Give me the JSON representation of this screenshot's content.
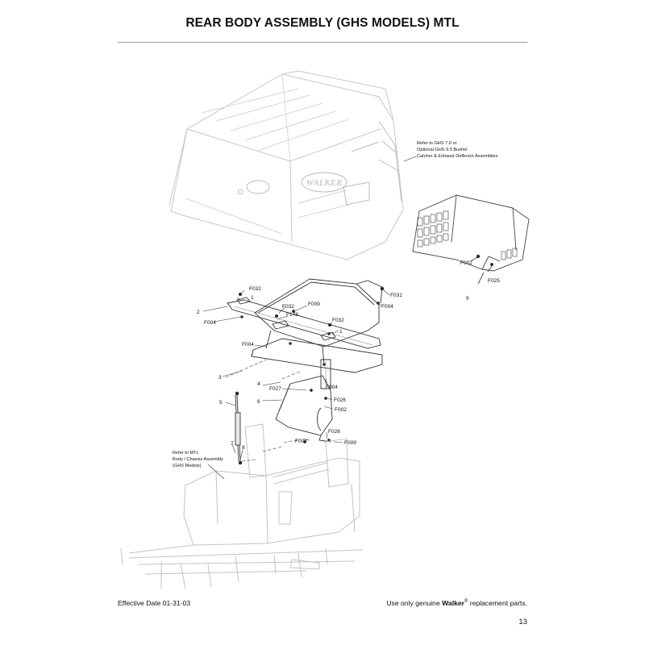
{
  "header": {
    "title": "REAR BODY ASSEMBLY (GHS MODELS) MTL"
  },
  "diagram": {
    "brand_text": "WALKER",
    "callouts": {
      "c_f032a": "F032",
      "c_1a": "1",
      "c_2": "2",
      "c_f004a": "F004",
      "c_f032b": "F032",
      "c_f178": "F178",
      "c_f009a": "F009",
      "c_f032c": "F032",
      "c_1b": "1",
      "c_f004b": "F004",
      "c_f031": "F031",
      "c_f004c": "F004",
      "c_f004d": "F004",
      "c_3": "3",
      "c_4": "4",
      "c_f027": "F027",
      "c_5": "5",
      "c_6": "6",
      "c_f026a": "F026",
      "c_f002a": "F002",
      "c_f026b": "F026",
      "c_f002b": "F002",
      "c_f009b": "F009",
      "c_7": "7",
      "c_8": "8",
      "c_f002c": "F002",
      "c_f025": "F025",
      "c_9": "9"
    },
    "notes": {
      "ghs_line1": "Refer to GHS 7.0 or",
      "ghs_line2": "Optional GHS 9.5 Bushel",
      "ghs_line3": "Catcher & Exhaust Deflector Assemblies",
      "mtl_line1": "Refer to MTL",
      "mtl_line2": "Body / Chassis Assembly",
      "mtl_line3": "(GHS Models)"
    }
  },
  "footer": {
    "effective_date": "Effective Date 01-31-03",
    "notice_prefix": "Use only genuine",
    "brand": "Walker",
    "registered": "®",
    "notice_suffix": "replacement parts.",
    "page_number": "13"
  }
}
